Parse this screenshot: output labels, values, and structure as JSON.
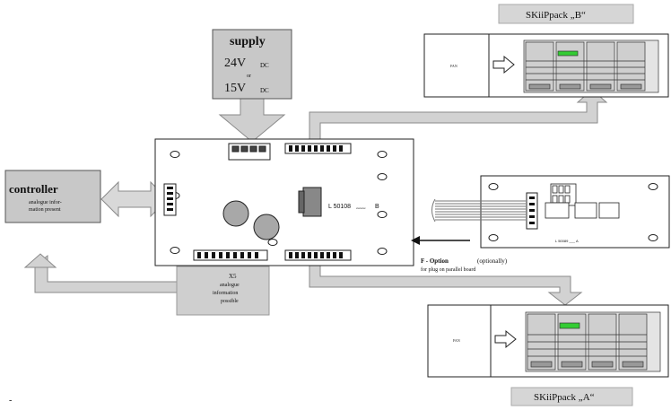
{
  "supply": {
    "title": "supply",
    "v1": "24V",
    "v1_unit": "DC",
    "or": "or",
    "v2": "15V",
    "v2_unit": "DC"
  },
  "controller": {
    "title": "controller",
    "line1": "analogue infor-",
    "line2": "mation present"
  },
  "skiip_b": {
    "label": "SKiiPpack „B“",
    "fan": "FAN"
  },
  "skiip_a": {
    "label": "SKiiPpack „A“",
    "fan": "FAN"
  },
  "main_board": {
    "part": "L 50108",
    "suffix": "B",
    "small": "xxxxxxx"
  },
  "parallel_board": {
    "part": "L 50089 ___ A"
  },
  "x5": {
    "line1": "X5",
    "line2": "analogue",
    "line3": "information",
    "line4": "possible"
  },
  "f_option": {
    "title": "F - Option",
    "paren": "(optionally)",
    "line2": "for plug on parallel board"
  },
  "footnote": "-",
  "colors": {
    "box": "#c8c8c8",
    "arrow": "#cfcfcf",
    "line": "#222222",
    "green": "#33cc33"
  }
}
